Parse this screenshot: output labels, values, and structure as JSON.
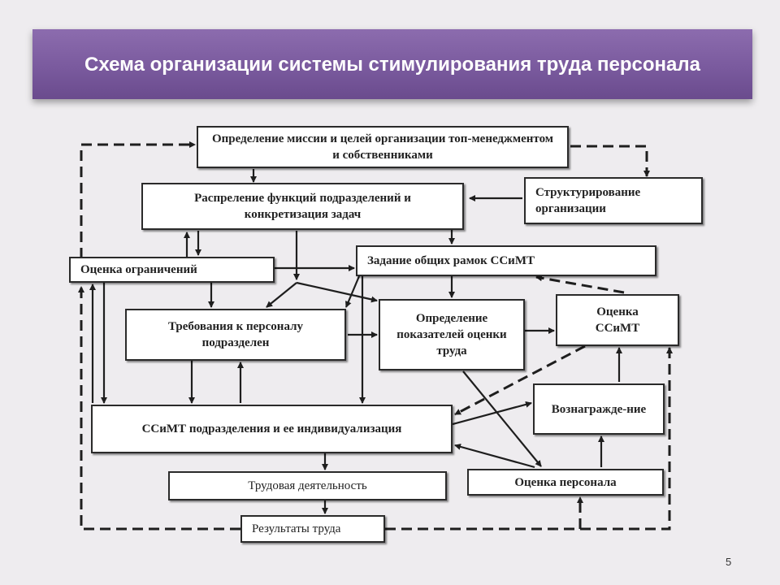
{
  "slide": {
    "title": "Схема организации системы стимулирования труда персонала",
    "page_number": "5"
  },
  "boxes": {
    "mission": "Определение миссии и целей организации топ-менеджментом и собственниками",
    "distribution": "Распреление функций подразделений и конкретизация задач",
    "structuring": "Структурирование организации",
    "constraints": "Оценка ограничений",
    "framework": "Задание общих рамок ССиМТ",
    "requirements": "Требования к персоналу подразделен",
    "indicators": "Определение показателей оценки труда",
    "evaluation_ssimt": "Оценка ССиМТ",
    "reward": "Вознагражде-ние",
    "ssimt_unit": "ССиМТ подразделения и ее индивидуализация",
    "staff_evaluation": "Оценка персонала",
    "work_activity": "Трудовая деятельность",
    "work_results": "Результаты труда"
  }
}
